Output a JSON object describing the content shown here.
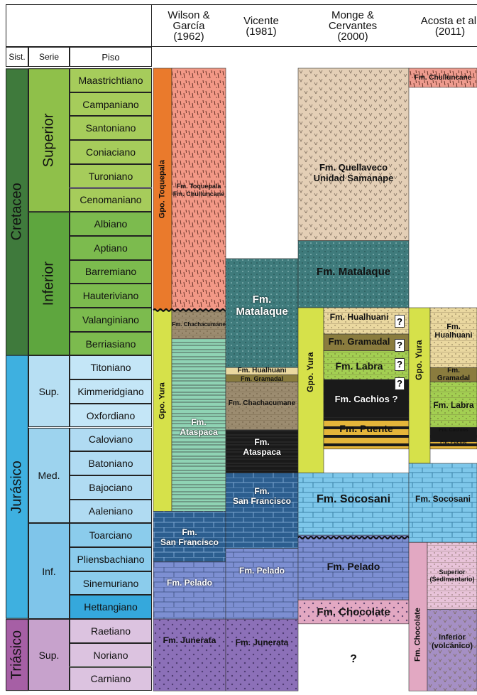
{
  "header": {
    "sources": [
      {
        "label": "Wilson & García (1962)",
        "lines": [
          "Wilson &",
          "García",
          "(1962)"
        ]
      },
      {
        "label": "Vicente (1981)",
        "lines": [
          "Vicente",
          "(1981)"
        ]
      },
      {
        "label": "Monge & Cervantes (2000)",
        "lines": [
          "Monge &",
          "Cervantes",
          "(2000)"
        ]
      },
      {
        "label": "Acosta et al. (2011)",
        "lines": [
          "Acosta et al.",
          "(2011)"
        ]
      }
    ],
    "col_sist": "Sist.",
    "col_serie": "Serie",
    "col_piso": "Piso"
  },
  "systems": [
    {
      "name": "Cretaceo"
    },
    {
      "name": "Jurásico"
    },
    {
      "name": "Triásico"
    }
  ],
  "series": [
    {
      "name": "Superior"
    },
    {
      "name": "Inferior"
    },
    {
      "name": "Sup."
    },
    {
      "name": "Med."
    },
    {
      "name": "Inf."
    },
    {
      "name": "Sup."
    }
  ],
  "pisos": [
    "Maastrichtiano",
    "Campaniano",
    "Santoniano",
    "Coniaciano",
    "Turoniano",
    "Cenomaniano",
    "Albiano",
    "Aptiano",
    "Barremiano",
    "Hauteriviano",
    "Valanginiano",
    "Berriasiano",
    "Titoniano",
    "Kimmeridgiano",
    "Oxfordiano",
    "Caloviano",
    "Batoniano",
    "Bajociano",
    "Aaleniano",
    "Toarciano",
    "Pliensbachiano",
    "Sinemuriano",
    "Hettangiano",
    "Raetiano",
    "Noriano",
    "Carniano"
  ],
  "colors": {
    "cretaceo": "#3f7a3c",
    "cret_sup": "#8fc04a",
    "cret_inf": "#5ea63e",
    "cret_piso_sup": "#a6cc5b",
    "cret_piso_inf": "#7cbb4e",
    "jurasico": "#3eb0e0",
    "jur_sup": "#b7dff3",
    "jur_med": "#9dd3ee",
    "jur_inf": "#7fc5ea",
    "jur_piso_sup": "#c4e6f7",
    "jur_piso_med": "#b0dbf2",
    "jur_piso_inf": "#8bccec",
    "hettangiano": "#35a8dc",
    "triasico": "#a65fa5",
    "tri_sup": "#c7a2cc",
    "tri_piso": "#dcc3e0",
    "toquepala": "#f29886",
    "gpo_toquepala": "#ea7a2c",
    "gpo_yura": "#d6e14a",
    "matalaque": "#3f7b7c",
    "quellaveco": "#e4cfb6",
    "chachacumane": "#9c8c70",
    "ataspaca": "#8fd3b4",
    "hualhuani": "#ead8a0",
    "gramadal": "#8a7c3e",
    "labra": "#a3cf52",
    "cachios": "#1a1a1a",
    "puente": "#e5b53a",
    "sanfrancisco": "#2c5e8f",
    "socosani": "#7ec7ea",
    "pelado": "#7d8fd2",
    "chocolate": "#e2a8c2",
    "junerata": "#8c70b8",
    "chulluncane": "#ee9b8e",
    "choc_sup": "#e8c3d9",
    "choc_inf": "#a58fc4"
  },
  "formations": {
    "wilson": {
      "gpo_toquepala": "Gpo. Toquepala",
      "toquepala": [
        "Fm. Toquepala",
        "Fm. Chulluncane"
      ],
      "chachacumane": "Fm. Chachacumane",
      "gpo_yura": "Gpo. Yura",
      "ataspaca": [
        "Fm.",
        "Ataspaca"
      ],
      "san_francisco": [
        "Fm.",
        "San Francisco"
      ],
      "pelado": "Fm. Pelado",
      "junerata": "Fm. Junerata"
    },
    "vicente": {
      "matalaque": "Fm. Matalaque",
      "hualhuani": "Fm. Hualhuani",
      "gramadal": "Fm. Gramadal",
      "chachacumane": "Fm. Chachacumane",
      "ataspaca": [
        "Fm.",
        "Ataspaca"
      ],
      "san_francisco": [
        "Fm.",
        "San Francisco"
      ],
      "pelado": "Fm. Pelado",
      "junerata": "Fm. Junerata"
    },
    "monge": {
      "quellaveco": [
        "Fm. Quellaveco",
        "Unidad Samanape"
      ],
      "matalaque": "Fm. Matalaque",
      "gpo_yura": "Gpo. Yura",
      "hualhuani": "Fm. Hualhuani",
      "gramadal": "Fm. Gramadal",
      "labra": "Fm. Labra",
      "cachios": "Fm. Cachios ?",
      "puente": "Fm. Puente",
      "socosani": "Fm. Socosani",
      "pelado": "Fm. Pelado",
      "chocolate": "Fm. Chocolate",
      "unknown": "?",
      "q_mark": "?"
    },
    "acosta": {
      "chulluncane": "Fm. Chulluncane",
      "gpo_yura": "Gpo. Yura",
      "hualhuani": "Fm. Hualhuani",
      "gramadal": "Fm. Gramadal",
      "labra": "Fm. Labra",
      "cachios": "Fm. Cachios",
      "puente": "Fm. Puente",
      "socosani": "Fm. Socosani",
      "chocolate": "Fm. Chocolate",
      "choc_sup": [
        "Superior",
        "(Sedimentario)"
      ],
      "choc_inf": [
        "Inferior",
        "(volcánico)"
      ]
    }
  }
}
